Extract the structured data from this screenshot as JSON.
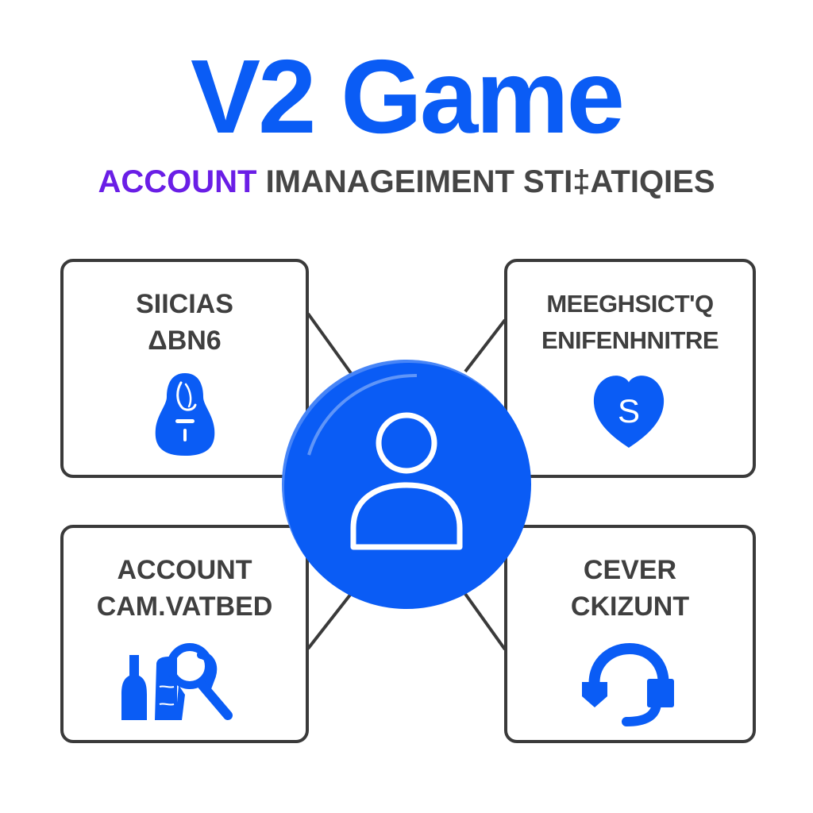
{
  "header": {
    "title": "V2 Game",
    "subtitle_accent": "ACCOUNT",
    "subtitle_rest": " IMANAGEIMENT STI‡ATIQIES"
  },
  "colors": {
    "primary_blue": "#0a5cf5",
    "accent_purple": "#6a1ee6",
    "text_dark": "#3f3f3f",
    "border": "#3a3a3a",
    "background": "#ffffff"
  },
  "hub": {
    "icon": "user-profile-icon"
  },
  "cards": [
    {
      "position": "top-left",
      "line1": "SIICIAS",
      "line2": "ΔBN6",
      "icon": "lock-bag-icon"
    },
    {
      "position": "top-right",
      "line1": "MEEGHSICT'Q",
      "line2": "ENIFENHNITRE",
      "icon": "heart-shield-s-icon"
    },
    {
      "position": "bottom-left",
      "line1": "ACCOUNT",
      "line2": "CAM.VATBED",
      "icon": "people-search-icon"
    },
    {
      "position": "bottom-right",
      "line1": "CEVER",
      "line2": "CKIZUNT",
      "icon": "headset-support-icon"
    }
  ]
}
